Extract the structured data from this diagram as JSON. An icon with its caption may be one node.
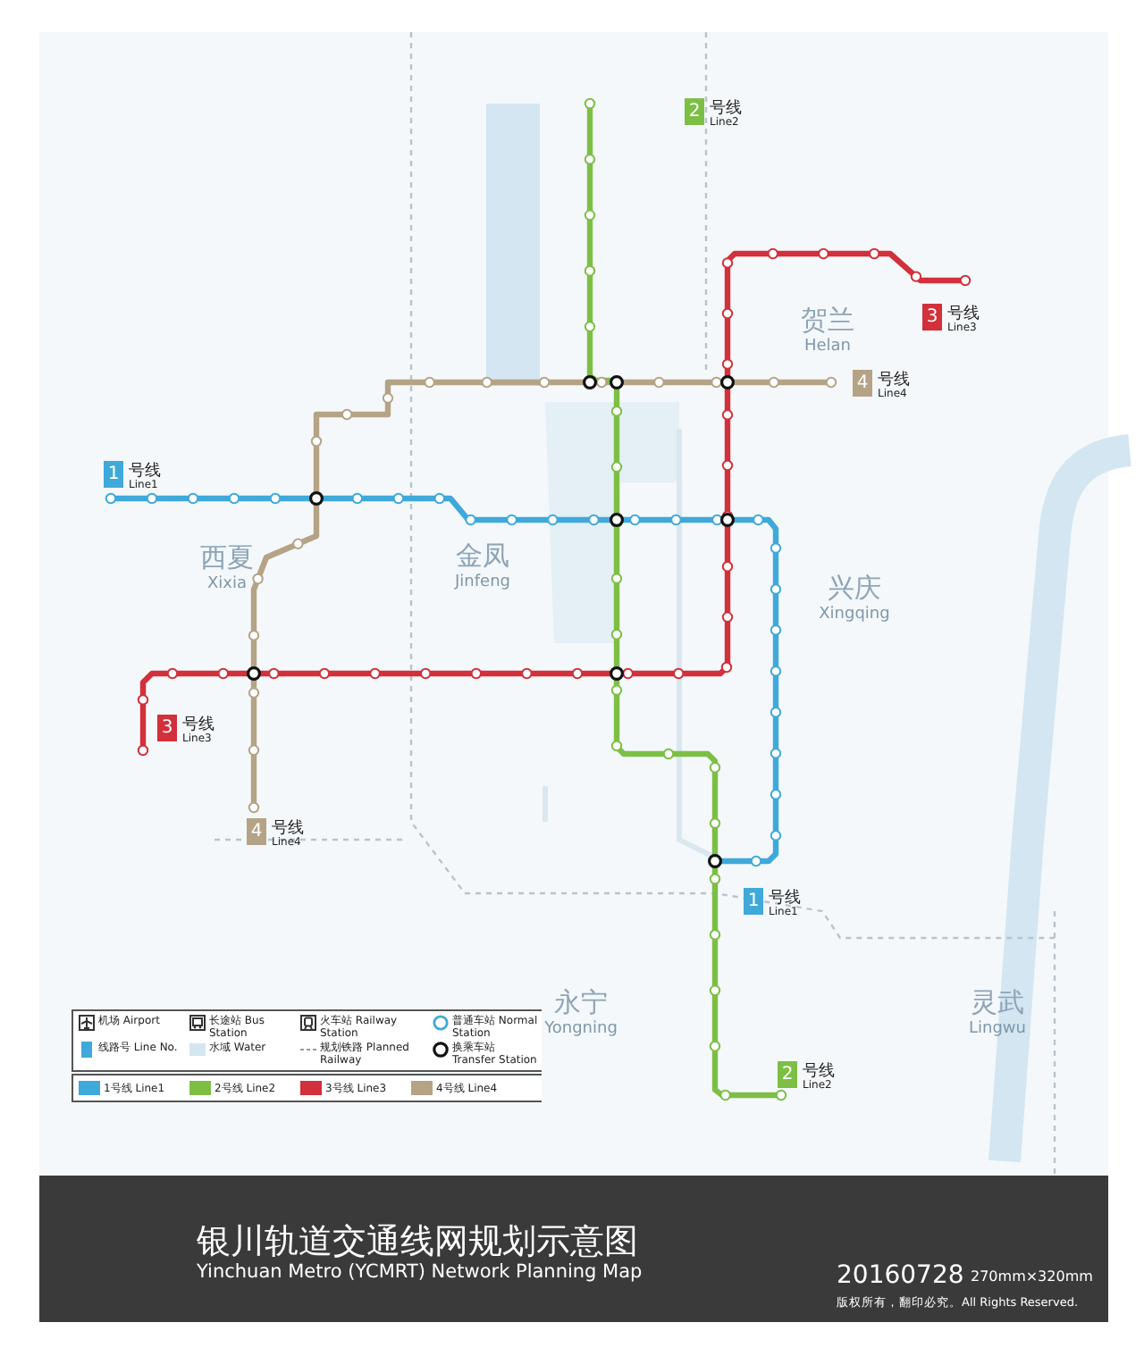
{
  "diagram": {
    "title": "银川轨道交通线网规划示意图",
    "labels": [
      "2",
      "号线",
      "Line2",
      "3",
      "号线",
      "Line3",
      "贺兰",
      "Helan",
      "4",
      "号线",
      "Line4",
      "1",
      "号线",
      "Line1",
      "西夏",
      "Xixia",
      "金凤",
      "Jinfeng",
      "兴庆",
      "Xingqing",
      "3",
      "号线",
      "Line3",
      "4",
      "号线",
      "Line4",
      "1",
      "号线",
      "Line1",
      "永宁",
      "Yongning",
      "灵武",
      "Lingwu",
      "2",
      "号线",
      "Line2",
      "Yinchuan Metro (YCMRT) Network Planning Map",
      "20160728",
      "270mm×320mm",
      "版权所有，翻印必究。All Rights Reserved."
    ],
    "legend": [
      {
        "text": "机场 Airport"
      },
      {
        "text": "长途站 Bus Station"
      },
      {
        "text": "火车站 Railway Station"
      },
      {
        "text": "普通车站 Normal Station"
      },
      {
        "text": "线路号 Line No."
      },
      {
        "text": "水域 Water",
        "color": "#d3e6f1"
      },
      {
        "text": "规划铁路 Planned Railway"
      },
      {
        "text": "换乘车站 Transfer Station"
      },
      {
        "text": "1号线 Line1",
        "color": "#3fa9d9"
      },
      {
        "text": "2号线 Line2",
        "color": "#7dbf45"
      },
      {
        "text": "3号线 Line3",
        "color": "#d2303a"
      },
      {
        "text": "4号线 Line4",
        "color": "#b5a386"
      }
    ]
  }
}
